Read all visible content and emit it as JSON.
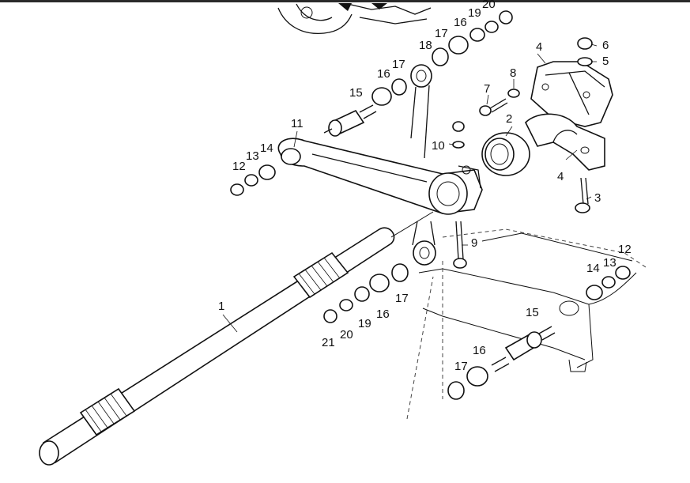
{
  "labels": {
    "shaft": "1",
    "bearing": "2",
    "bolt_3": "3",
    "housing_upper": "4",
    "housing_lower": "4",
    "washer_5": "5",
    "nut_6": "6",
    "bolt_7": "7",
    "washer_8": "8",
    "bolt_9": "9",
    "nut_10": "10",
    "arm_11": "11",
    "nut_12_left": "12",
    "washer_13_left": "13",
    "washer_14_left": "14",
    "pin_15_left": "15",
    "washer_16_top": "16",
    "bush_17_top": "17",
    "link_18": "18",
    "washer_19_top": "19",
    "washer_20_top": "20",
    "washer_16_top_right": "16",
    "bush_17_top_right": "17",
    "bush_17_mid": "17",
    "washer_16_mid": "16",
    "washer_19_mid": "19",
    "washer_20_mid": "20",
    "nut_21": "21",
    "nut_12_right": "12",
    "washer_13_right": "13",
    "washer_14_right": "14",
    "pin_15_right": "15",
    "washer_16_bottom": "16",
    "bush_17_bottom": "17"
  }
}
